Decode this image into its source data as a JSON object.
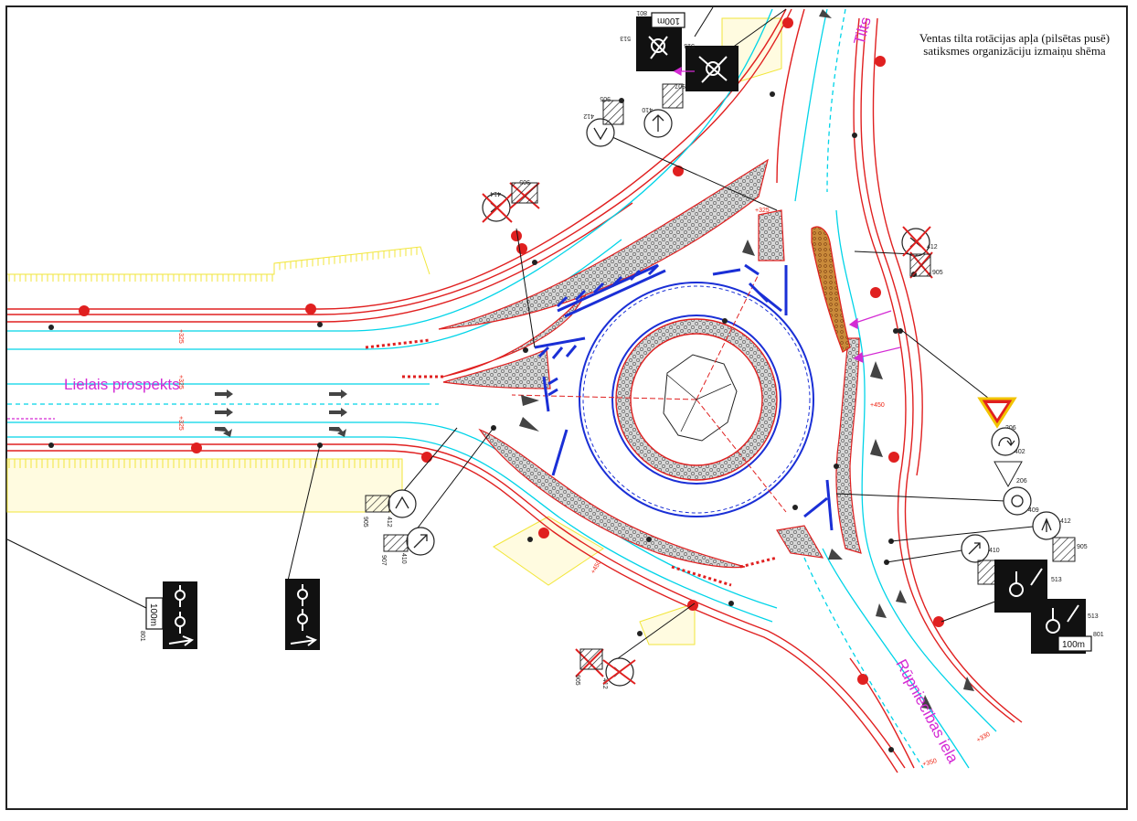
{
  "caption": {
    "line1": "Ventas tilta rotācijas apļa (pilsētas pusē)",
    "line2": "satiksmes organizāciju izmaiņu shēma"
  },
  "streets": {
    "west": "Lielais prospekts",
    "north": "Tilts",
    "southeast": "Rūpniecības iela"
  },
  "distance_labels": [
    "100m",
    "100m",
    "100m"
  ],
  "sign_codes": {
    "s801": "801",
    "s513": "513",
    "s412": "412",
    "s410": "410",
    "s905": "905",
    "s907": "907",
    "s206": "206",
    "s402": "402",
    "s409": "409",
    "s414": "414"
  },
  "chainage": {
    "a": "+325",
    "b": "+450",
    "c": "+350",
    "d": "+330"
  },
  "colors": {
    "road_edge": "#e02020",
    "lane_line": "#00d4e8",
    "marking": "#1a2fd6",
    "sidewalk": "#f2e63a",
    "street_label": "#d42ad4",
    "island_fill": "#c9c9c9"
  }
}
